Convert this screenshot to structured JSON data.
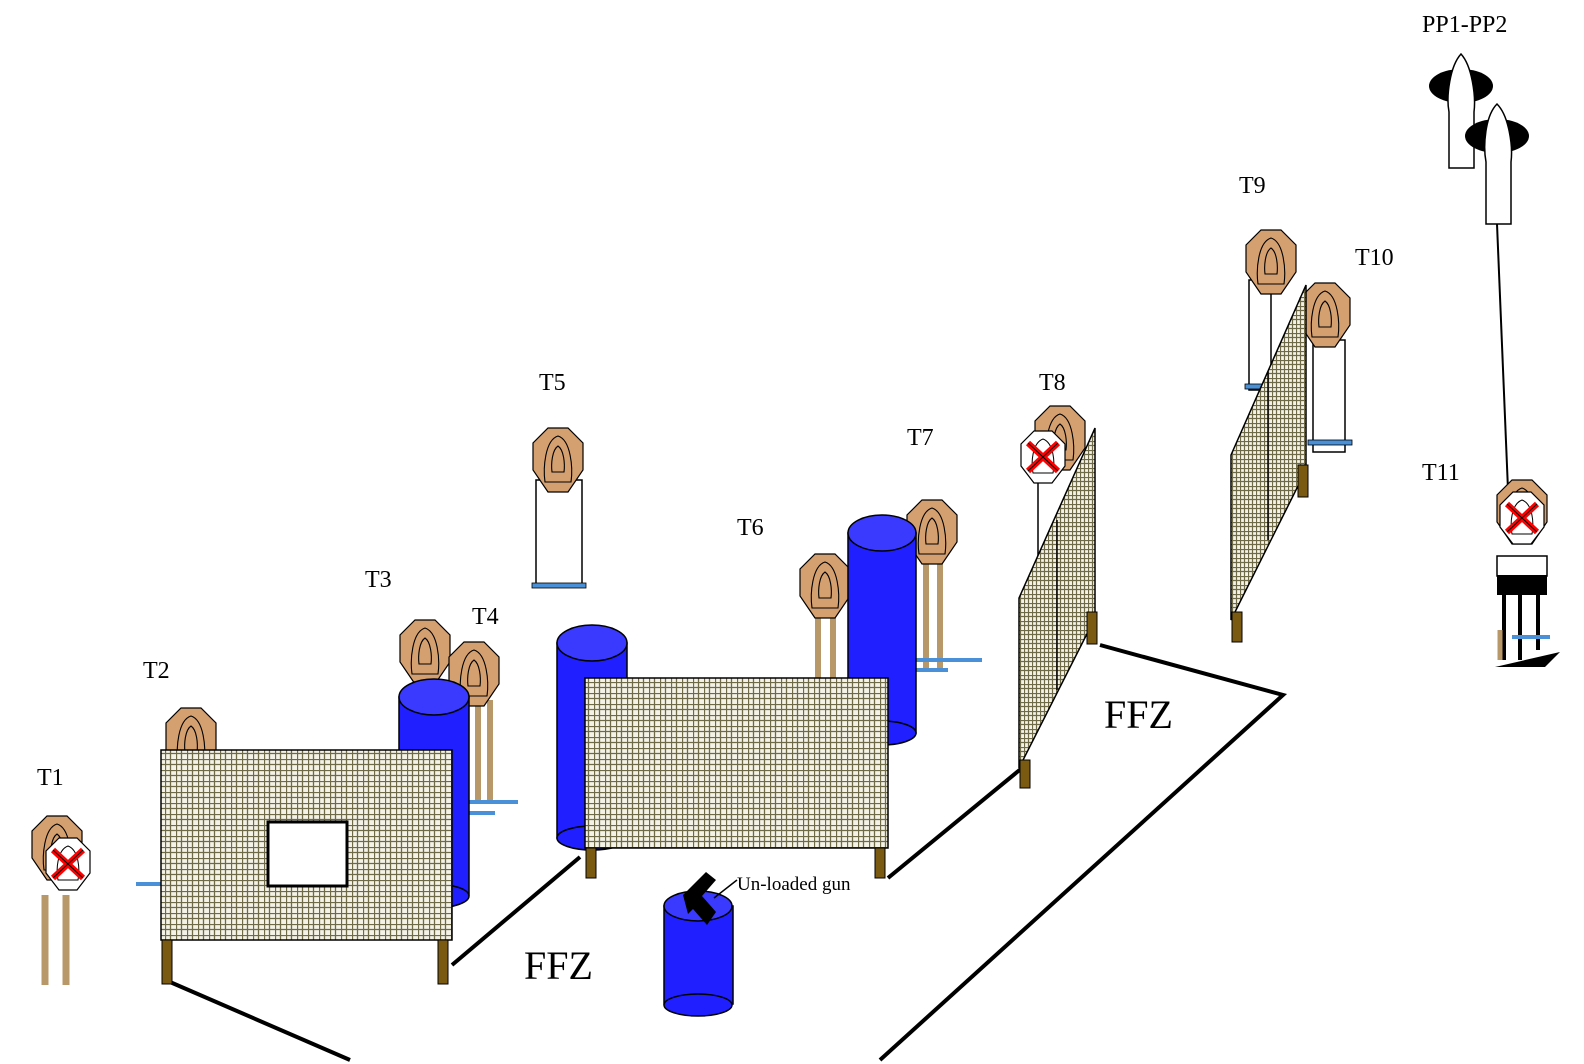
{
  "labels": {
    "t1": "T1",
    "t2": "T2",
    "t3": "T3",
    "t4": "T4",
    "t5": "T5",
    "t6": "T6",
    "t7": "T7",
    "t8": "T8",
    "t9": "T9",
    "t10": "T10",
    "t11": "T11",
    "pp": "PP1-PP2",
    "ffz_left": "FFZ",
    "ffz_right": "FFZ",
    "gun": "Un-loaded gun"
  },
  "colors": {
    "barrel": "#1f1fff",
    "barrel_top": "#3a3aff",
    "steel": "#d2a06e",
    "wall_mesh": "#7a7a5a",
    "post": "#7a5a10",
    "stand": "#4a90d9",
    "no_shoot_mark": "#ff0000"
  },
  "icons": {
    "steel_target": "octagon-steel-plate",
    "no_shoot": "white-no-shoot-with-red-x",
    "popper": "silhouette-popper"
  }
}
